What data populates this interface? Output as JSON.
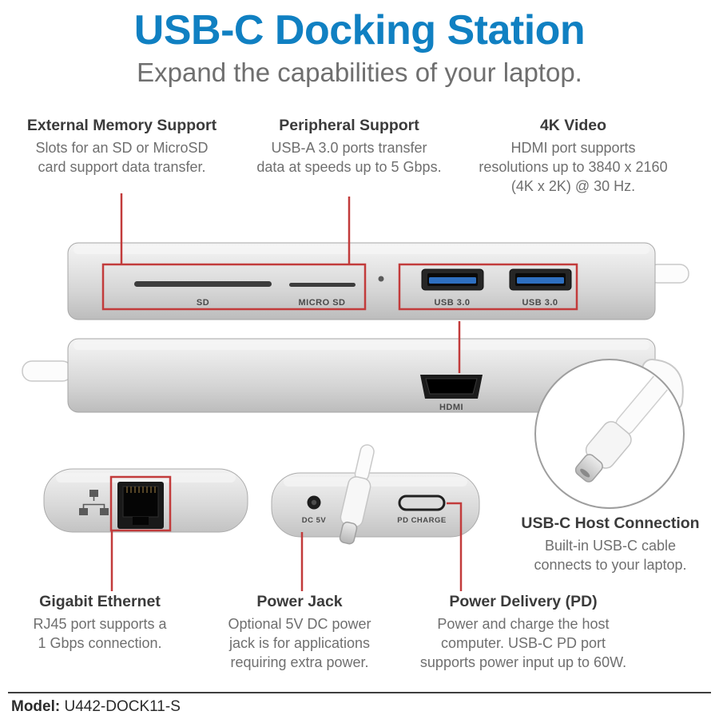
{
  "header": {
    "title": "USB-C Docking Station",
    "subtitle": "Expand the capabilities of your laptop."
  },
  "features_top": [
    {
      "title": "External Memory Support",
      "body": "Slots for an SD or MicroSD\ncard support data transfer."
    },
    {
      "title": "Peripheral Support",
      "body": "USB-A 3.0 ports transfer\ndata at speeds up to 5 Gbps."
    },
    {
      "title": "4K Video",
      "body": "HDMI port supports\nresolutions up to 3840 x 2160\n(4K x 2K) @ 30 Hz."
    }
  ],
  "features_bottom": [
    {
      "title": "Gigabit Ethernet",
      "body": "RJ45 port supports a\n1 Gbps connection."
    },
    {
      "title": "Power Jack",
      "body": "Optional 5V DC power\njack is for applications\nrequiring extra power."
    },
    {
      "title": "Power Delivery (PD)",
      "body": "Power and charge the host\ncomputer. USB-C PD port\nsupports power input up to 60W."
    },
    {
      "title": "USB-C Host Connection",
      "body": "Built-in USB-C cable\nconnects to your laptop."
    }
  ],
  "port_labels": {
    "sd": "SD",
    "micro_sd": "MICRO SD",
    "usb_a_1": "USB 3.0",
    "usb_a_2": "USB 3.0",
    "hdmi": "HDMI",
    "dc_power": "DC 5V",
    "pd_charge": "PD CHARGE"
  },
  "footer": {
    "model_label": "Model:",
    "model_number": "U442-DOCK11-S"
  },
  "colors": {
    "title_blue": "#1080c2",
    "callout_red": "#c23b3b",
    "usb_port_blue": "#2e6fc0",
    "heading_dark": "#3b3b3b",
    "body_gray": "#6f6f6f"
  }
}
